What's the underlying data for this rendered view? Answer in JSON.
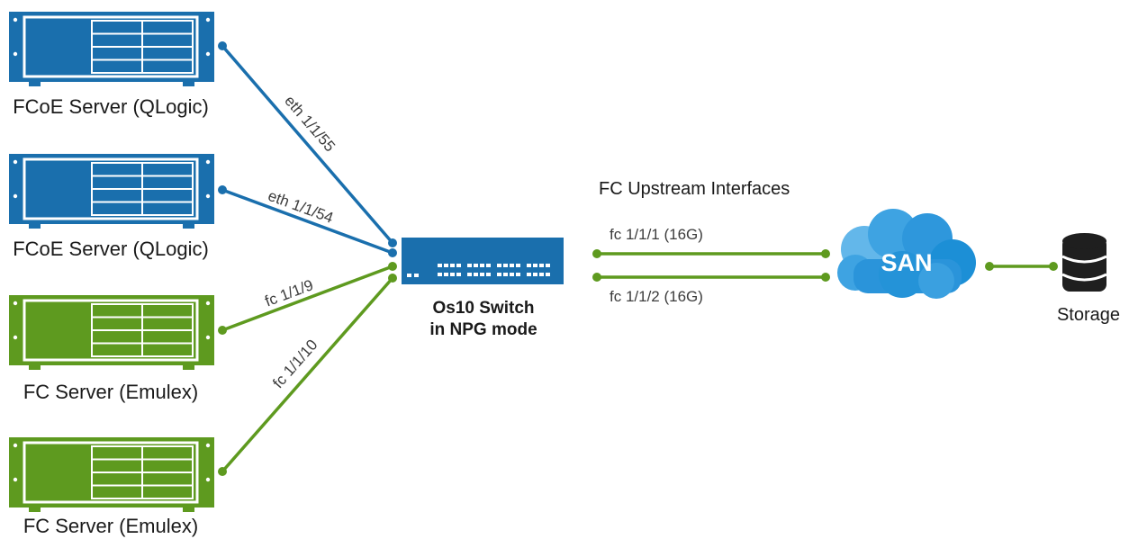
{
  "colors": {
    "fcoe": "#1a6fad",
    "fc": "#5e9a1f",
    "switch": "#1a6fad",
    "san_cloud": "#1c8fd6",
    "storage": "#1f1f1f",
    "label": "#1a1a1a",
    "link_label": "#3c3c3c"
  },
  "servers": [
    {
      "label": "FCoE Server (QLogic)",
      "type": "fcoe",
      "port": "eth 1/1/55",
      "icon": "server-rack-icon"
    },
    {
      "label": "FCoE Server (QLogic)",
      "type": "fcoe",
      "port": "eth 1/1/54",
      "icon": "server-rack-icon"
    },
    {
      "label": "FC Server (Emulex)",
      "type": "fc",
      "port": "fc 1/1/9",
      "icon": "server-rack-icon"
    },
    {
      "label": "FC Server (Emulex)",
      "type": "fc",
      "port": "fc 1/1/10",
      "icon": "server-rack-icon"
    }
  ],
  "switch": {
    "line1": "Os10 Switch",
    "line2": "in NPG mode",
    "icon": "switch-icon"
  },
  "upstream": {
    "title": "FC Upstream Interfaces",
    "links": [
      "fc 1/1/1 (16G)",
      "fc 1/1/2 (16G)"
    ]
  },
  "san": {
    "label": "SAN",
    "icon": "cloud-icon"
  },
  "storage": {
    "label": "Storage",
    "icon": "database-icon"
  }
}
